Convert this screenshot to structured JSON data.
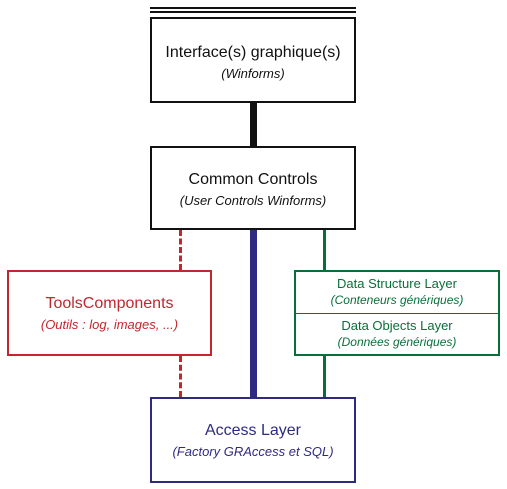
{
  "diagram": {
    "interface": {
      "title": "Interface(s) graphique(s)",
      "subtitle": "(Winforms)"
    },
    "common_controls": {
      "title": "Common Controls",
      "subtitle": "(User Controls Winforms)"
    },
    "tools_components": {
      "title": "ToolsComponents",
      "subtitle": "(Outils : log, images, ...)"
    },
    "data_structure": {
      "title": "Data Structure Layer",
      "subtitle": "(Conteneurs génériques)"
    },
    "data_objects": {
      "title": "Data Objects Layer",
      "subtitle": "(Données génériques)"
    },
    "access_layer": {
      "title": "Access Layer",
      "subtitle": "(Factory GRAccess et SQL)"
    }
  },
  "colors": {
    "black": "#111111",
    "tools_red": "#c1272d",
    "data_green": "#0a6e3a",
    "access_navy": "#2e2a84"
  }
}
